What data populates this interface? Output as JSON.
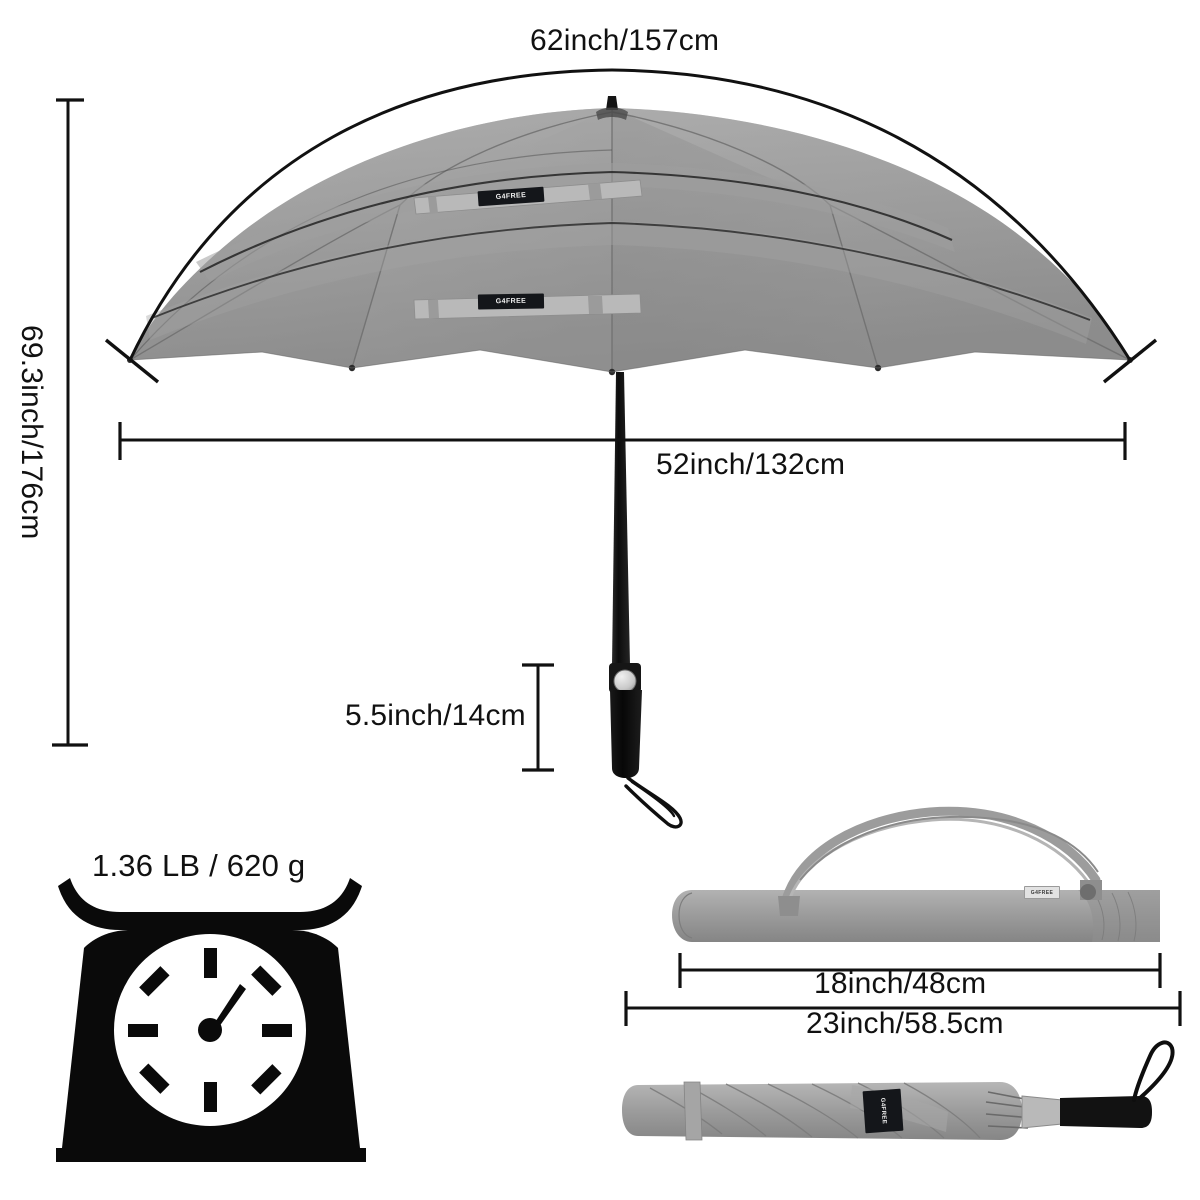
{
  "product": {
    "brand": "G4FREE",
    "type": "folding golf umbrella dimension diagram"
  },
  "dimensions": {
    "canopy_arc": "62inch/157cm",
    "overall_height": "69.3inch/176cm",
    "canopy_span": "52inch/132cm",
    "handle_length": "5.5inch/14cm",
    "weight": "1.36 LB / 620 g",
    "bag_body_length": "18inch/48cm",
    "bag_total_length": "23inch/58.5cm"
  },
  "labels": {
    "arc": "62inch/157cm",
    "height": "69.3inch/176cm",
    "span": "52inch/132cm",
    "handle": "5.5inch/14cm",
    "weight": "1.36 LB / 620 g",
    "bag_inner": "18inch/48cm",
    "bag_outer": "23inch/58.5cm"
  },
  "branding": {
    "canopy_tag_upper": "G4FREE",
    "canopy_tag_lower": "G4FREE",
    "folded_tag": "G4FREE",
    "bag_tag": "G4FREE"
  },
  "colors": {
    "canopy_gray": "#9a9a9a",
    "canopy_gray_light": "#aeaeae",
    "canopy_gray_dark": "#8a8a8a",
    "line_black": "#111111",
    "handle_black": "#101010",
    "button_silver": "#d8d8d8",
    "background": "#ffffff"
  },
  "icons": {
    "scale": "kitchen-scale-icon",
    "canopy": "umbrella-canopy",
    "carry_bag": "umbrella-carry-bag",
    "folded": "folded-umbrella"
  }
}
